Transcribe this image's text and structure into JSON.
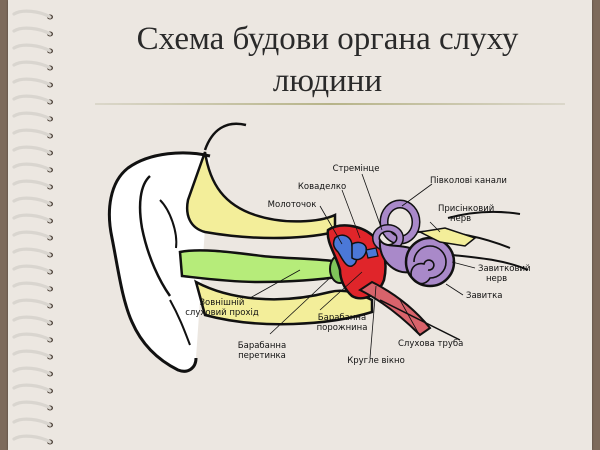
{
  "slide": {
    "title_line1": "Схема будови органа слуху",
    "title_line2": "людини"
  },
  "labels": {
    "stirrup": "Стремінце",
    "semicircular_canals": "Півколові канали",
    "anvil": "Коваделко",
    "vestibular_nerve_1": "Присінковий",
    "vestibular_nerve_2": "нерв",
    "hammer": "Молоточок",
    "cochlear_nerve_1": "Завитковий",
    "cochlear_nerve_2": "нерв",
    "cochlea": "Завитка",
    "external_canal_1": "Зовнішній",
    "external_canal_2": "слуховий прохід",
    "tympanic_cavity_1": "Барабанна",
    "tympanic_cavity_2": "порожнина",
    "eustachian_tube": "Слухова труба",
    "eardrum_1": "Барабанна",
    "eardrum_2": "перетинка",
    "round_window": "Кругле вікно"
  },
  "colors": {
    "background": "#7d6a5b",
    "page": "#ece7e1",
    "rule": "#b7b489",
    "outer_canal": "#b6ec7a",
    "bone": "#f3ee9a",
    "middle_ear": "#e0252a",
    "ossicles": "#4b78d8",
    "inner_ear": "#a989c9",
    "tube": "#d8636b"
  }
}
